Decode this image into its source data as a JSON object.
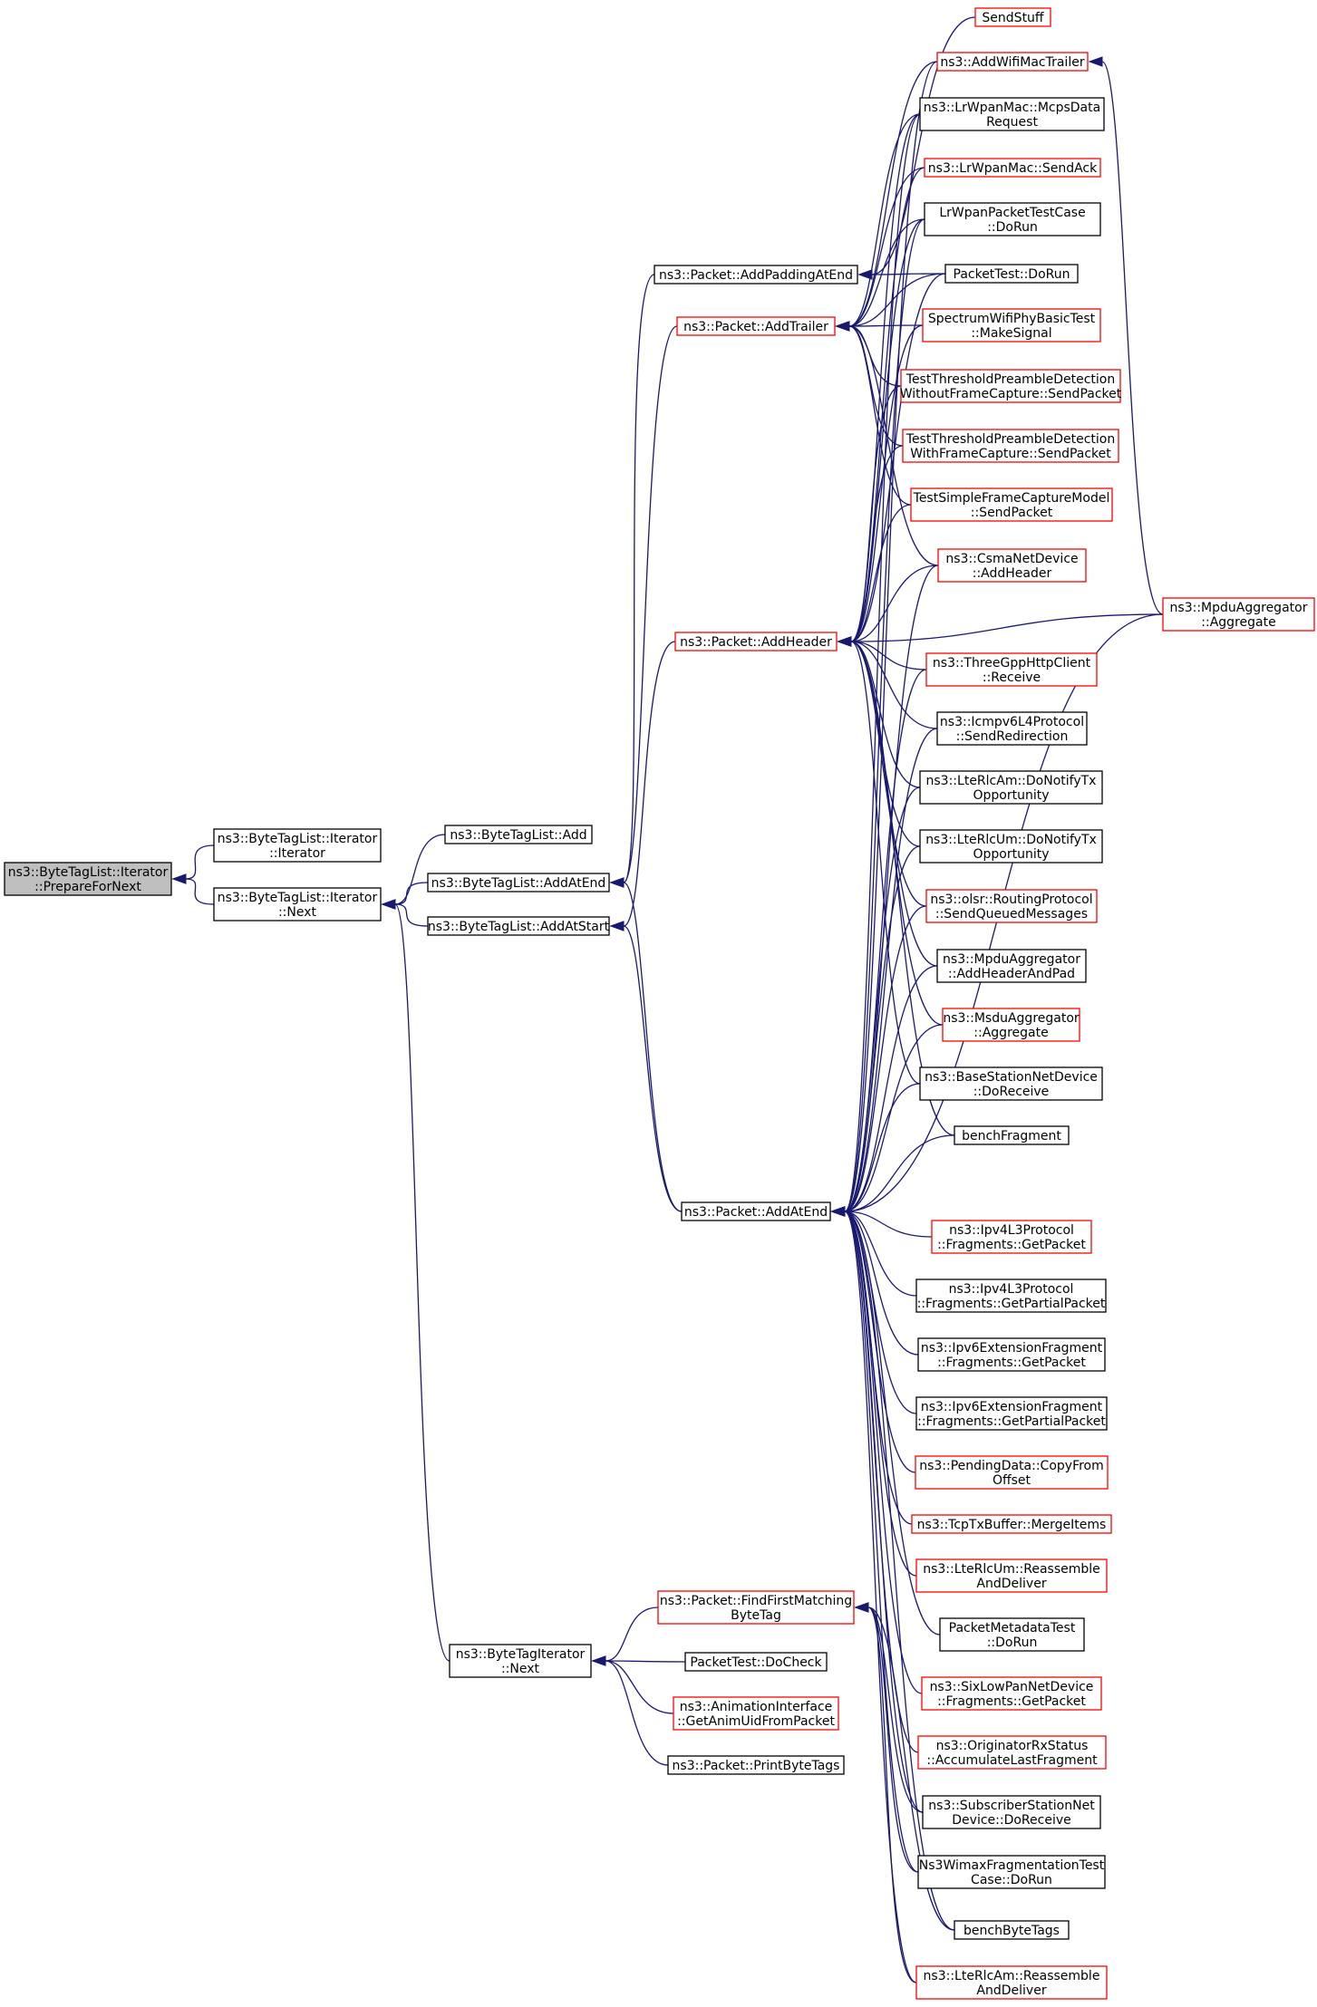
{
  "colors": {
    "edge": "#191970",
    "node_border_default": "#000000",
    "node_border_truncated": "#ff0000",
    "root_fill": "#bfbfbf"
  },
  "nodes": [
    {
      "id": "root",
      "lines": [
        "ns3::ByteTagList::Iterator",
        "::PrepareForNext"
      ],
      "style": "root"
    },
    {
      "id": "iter",
      "lines": [
        "ns3::ByteTagList::Iterator",
        "::Iterator"
      ],
      "style": "black"
    },
    {
      "id": "next",
      "lines": [
        "ns3::ByteTagList::Iterator",
        "::Next"
      ],
      "style": "black"
    },
    {
      "id": "add",
      "lines": [
        "ns3::ByteTagList::Add"
      ],
      "style": "black"
    },
    {
      "id": "addatend_btl",
      "lines": [
        "ns3::ByteTagList::AddAtEnd"
      ],
      "style": "black"
    },
    {
      "id": "addatstart",
      "lines": [
        "ns3::ByteTagList::AddAtStart"
      ],
      "style": "black"
    },
    {
      "id": "btinext",
      "lines": [
        "ns3::ByteTagIterator",
        "::Next"
      ],
      "style": "black"
    },
    {
      "id": "addpadding",
      "lines": [
        "ns3::Packet::AddPaddingAtEnd"
      ],
      "style": "black"
    },
    {
      "id": "addtrailer",
      "lines": [
        "ns3::Packet::AddTrailer"
      ],
      "style": "red"
    },
    {
      "id": "addheader",
      "lines": [
        "ns3::Packet::AddHeader"
      ],
      "style": "red"
    },
    {
      "id": "pkt_addatend",
      "lines": [
        "ns3::Packet::AddAtEnd"
      ],
      "style": "black"
    },
    {
      "id": "findfirst",
      "lines": [
        "ns3::Packet::FindFirstMatching",
        "ByteTag"
      ],
      "style": "red"
    },
    {
      "id": "docheck",
      "lines": [
        "PacketTest::DoCheck"
      ],
      "style": "black"
    },
    {
      "id": "animuid",
      "lines": [
        "ns3::AnimationInterface",
        "::GetAnimUidFromPacket"
      ],
      "style": "red"
    },
    {
      "id": "printbt",
      "lines": [
        "ns3::Packet::PrintByteTags"
      ],
      "style": "black"
    },
    {
      "id": "sendstuff",
      "lines": [
        "SendStuff"
      ],
      "style": "red"
    },
    {
      "id": "wifimactrailer",
      "lines": [
        "ns3::AddWifiMacTrailer"
      ],
      "style": "red"
    },
    {
      "id": "mcpsdata",
      "lines": [
        "ns3::LrWpanMac::McpsData",
        "Request"
      ],
      "style": "black"
    },
    {
      "id": "sendack",
      "lines": [
        "ns3::LrWpanMac::SendAck"
      ],
      "style": "red"
    },
    {
      "id": "lrwpantest",
      "lines": [
        "LrWpanPacketTestCase",
        "::DoRun"
      ],
      "style": "black"
    },
    {
      "id": "pkttestdorun",
      "lines": [
        "PacketTest::DoRun"
      ],
      "style": "black"
    },
    {
      "id": "makesignal",
      "lines": [
        "SpectrumWifiPhyBasicTest",
        "::MakeSignal"
      ],
      "style": "red"
    },
    {
      "id": "ttpd_wo",
      "lines": [
        "TestThresholdPreambleDetection",
        "WithoutFrameCapture::SendPacket"
      ],
      "style": "red"
    },
    {
      "id": "ttpd_w",
      "lines": [
        "TestThresholdPreambleDetection",
        "WithFrameCapture::SendPacket"
      ],
      "style": "red"
    },
    {
      "id": "tsfcm",
      "lines": [
        "TestSimpleFrameCaptureModel",
        "::SendPacket"
      ],
      "style": "red"
    },
    {
      "id": "csma",
      "lines": [
        "ns3::CsmaNetDevice",
        "::AddHeader"
      ],
      "style": "red"
    },
    {
      "id": "mpduagg",
      "lines": [
        "ns3::MpduAggregator",
        "::Aggregate"
      ],
      "style": "red"
    },
    {
      "id": "threegpp",
      "lines": [
        "ns3::ThreeGppHttpClient",
        "::Receive"
      ],
      "style": "red"
    },
    {
      "id": "icmpv6",
      "lines": [
        "ns3::Icmpv6L4Protocol",
        "::SendRedirection"
      ],
      "style": "black"
    },
    {
      "id": "ltercam_tx",
      "lines": [
        "ns3::LteRlcAm::DoNotifyTx",
        "Opportunity"
      ],
      "style": "black"
    },
    {
      "id": "ltercum_tx",
      "lines": [
        "ns3::LteRlcUm::DoNotifyTx",
        "Opportunity"
      ],
      "style": "black"
    },
    {
      "id": "olsr",
      "lines": [
        "ns3::olsr::RoutingProtocol",
        "::SendQueuedMessages"
      ],
      "style": "red"
    },
    {
      "id": "mpduaddpad",
      "lines": [
        "ns3::MpduAggregator",
        "::AddHeaderAndPad"
      ],
      "style": "black"
    },
    {
      "id": "msduagg",
      "lines": [
        "ns3::MsduAggregator",
        "::Aggregate"
      ],
      "style": "red"
    },
    {
      "id": "bsnet",
      "lines": [
        "ns3::BaseStationNetDevice",
        "::DoReceive"
      ],
      "style": "black"
    },
    {
      "id": "benchfrag",
      "lines": [
        "benchFragment"
      ],
      "style": "black"
    },
    {
      "id": "ipv4frag",
      "lines": [
        "ns3::Ipv4L3Protocol",
        "::Fragments::GetPacket"
      ],
      "style": "red"
    },
    {
      "id": "ipv4partial",
      "lines": [
        "ns3::Ipv4L3Protocol",
        "::Fragments::GetPartialPacket"
      ],
      "style": "black"
    },
    {
      "id": "ipv6frag",
      "lines": [
        "ns3::Ipv6ExtensionFragment",
        "::Fragments::GetPacket"
      ],
      "style": "black"
    },
    {
      "id": "ipv6partial",
      "lines": [
        "ns3::Ipv6ExtensionFragment",
        "::Fragments::GetPartialPacket"
      ],
      "style": "black"
    },
    {
      "id": "pendingdata",
      "lines": [
        "ns3::PendingData::CopyFrom",
        "Offset"
      ],
      "style": "red"
    },
    {
      "id": "tcptx",
      "lines": [
        "ns3::TcpTxBuffer::MergeItems"
      ],
      "style": "red"
    },
    {
      "id": "lteum_reasm",
      "lines": [
        "ns3::LteRlcUm::Reassemble",
        "AndDeliver"
      ],
      "style": "red"
    },
    {
      "id": "pktmeta",
      "lines": [
        "PacketMetadataTest",
        "::DoRun"
      ],
      "style": "black"
    },
    {
      "id": "sixlowpan",
      "lines": [
        "ns3::SixLowPanNetDevice",
        "::Fragments::GetPacket"
      ],
      "style": "red"
    },
    {
      "id": "originator",
      "lines": [
        "ns3::OriginatorRxStatus",
        "::AccumulateLastFragment"
      ],
      "style": "red"
    },
    {
      "id": "subscriber",
      "lines": [
        "ns3::SubscriberStationNet",
        "Device::DoReceive"
      ],
      "style": "black"
    },
    {
      "id": "wimaxfrag",
      "lines": [
        "Ns3WimaxFragmentationTest",
        "Case::DoRun"
      ],
      "style": "black"
    },
    {
      "id": "benchbt",
      "lines": [
        "benchByteTags"
      ],
      "style": "black"
    },
    {
      "id": "lteam_reasm",
      "lines": [
        "ns3::LteRlcAm::Reassemble",
        "AndDeliver"
      ],
      "style": "red"
    }
  ],
  "edges": [
    [
      "iter",
      "root"
    ],
    [
      "next",
      "root"
    ],
    [
      "add",
      "next"
    ],
    [
      "addatend_btl",
      "next"
    ],
    [
      "addatstart",
      "next"
    ],
    [
      "btinext",
      "next"
    ],
    [
      "addpadding",
      "addatend_btl"
    ],
    [
      "addtrailer",
      "addatend_btl"
    ],
    [
      "addheader",
      "addatstart"
    ],
    [
      "pkt_addatend",
      "addatend_btl"
    ],
    [
      "pkt_addatend",
      "addatstart"
    ],
    [
      "sendstuff",
      "addpadding"
    ],
    [
      "pkttestdorun",
      "addpadding"
    ],
    [
      "wifimactrailer",
      "addtrailer"
    ],
    [
      "mcpsdata",
      "addtrailer"
    ],
    [
      "sendack",
      "addtrailer"
    ],
    [
      "lrwpantest",
      "addtrailer"
    ],
    [
      "pkttestdorun",
      "addtrailer"
    ],
    [
      "makesignal",
      "addtrailer"
    ],
    [
      "ttpd_wo",
      "addtrailer"
    ],
    [
      "ttpd_w",
      "addtrailer"
    ],
    [
      "tsfcm",
      "addtrailer"
    ],
    [
      "csma",
      "addtrailer"
    ],
    [
      "mcpsdata",
      "addheader"
    ],
    [
      "sendack",
      "addheader"
    ],
    [
      "lrwpantest",
      "addheader"
    ],
    [
      "pkttestdorun",
      "addheader"
    ],
    [
      "makesignal",
      "addheader"
    ],
    [
      "ttpd_wo",
      "addheader"
    ],
    [
      "ttpd_w",
      "addheader"
    ],
    [
      "tsfcm",
      "addheader"
    ],
    [
      "csma",
      "addheader"
    ],
    [
      "mpduagg",
      "addheader"
    ],
    [
      "threegpp",
      "addheader"
    ],
    [
      "icmpv6",
      "addheader"
    ],
    [
      "ltercam_tx",
      "addheader"
    ],
    [
      "ltercum_tx",
      "addheader"
    ],
    [
      "olsr",
      "addheader"
    ],
    [
      "mpduaddpad",
      "addheader"
    ],
    [
      "msduagg",
      "addheader"
    ],
    [
      "bsnet",
      "addheader"
    ],
    [
      "benchfrag",
      "addheader"
    ],
    [
      "wifimactrailer",
      "pkt_addatend"
    ],
    [
      "mcpsdata",
      "pkt_addatend"
    ],
    [
      "lrwpantest",
      "pkt_addatend"
    ],
    [
      "csma",
      "pkt_addatend"
    ],
    [
      "mpduagg",
      "pkt_addatend"
    ],
    [
      "threegpp",
      "pkt_addatend"
    ],
    [
      "icmpv6",
      "pkt_addatend"
    ],
    [
      "ltercam_tx",
      "pkt_addatend"
    ],
    [
      "ltercum_tx",
      "pkt_addatend"
    ],
    [
      "olsr",
      "pkt_addatend"
    ],
    [
      "mpduaddpad",
      "pkt_addatend"
    ],
    [
      "msduagg",
      "pkt_addatend"
    ],
    [
      "bsnet",
      "pkt_addatend"
    ],
    [
      "benchfrag",
      "pkt_addatend"
    ],
    [
      "ipv4frag",
      "pkt_addatend"
    ],
    [
      "ipv4partial",
      "pkt_addatend"
    ],
    [
      "ipv6frag",
      "pkt_addatend"
    ],
    [
      "ipv6partial",
      "pkt_addatend"
    ],
    [
      "pendingdata",
      "pkt_addatend"
    ],
    [
      "tcptx",
      "pkt_addatend"
    ],
    [
      "lteum_reasm",
      "pkt_addatend"
    ],
    [
      "pktmeta",
      "pkt_addatend"
    ],
    [
      "sixlowpan",
      "pkt_addatend"
    ],
    [
      "originator",
      "pkt_addatend"
    ],
    [
      "subscriber",
      "pkt_addatend"
    ],
    [
      "wimaxfrag",
      "pkt_addatend"
    ],
    [
      "benchbt",
      "pkt_addatend"
    ],
    [
      "lteam_reasm",
      "pkt_addatend"
    ],
    [
      "findfirst",
      "btinext"
    ],
    [
      "docheck",
      "btinext"
    ],
    [
      "animuid",
      "btinext"
    ],
    [
      "printbt",
      "btinext"
    ],
    [
      "lteam_reasm",
      "findfirst"
    ],
    [
      "subscriber",
      "findfirst"
    ],
    [
      "benchbt",
      "findfirst"
    ],
    [
      "wimaxfrag",
      "findfirst"
    ],
    [
      "mpduagg",
      "wifimactrailer"
    ]
  ]
}
